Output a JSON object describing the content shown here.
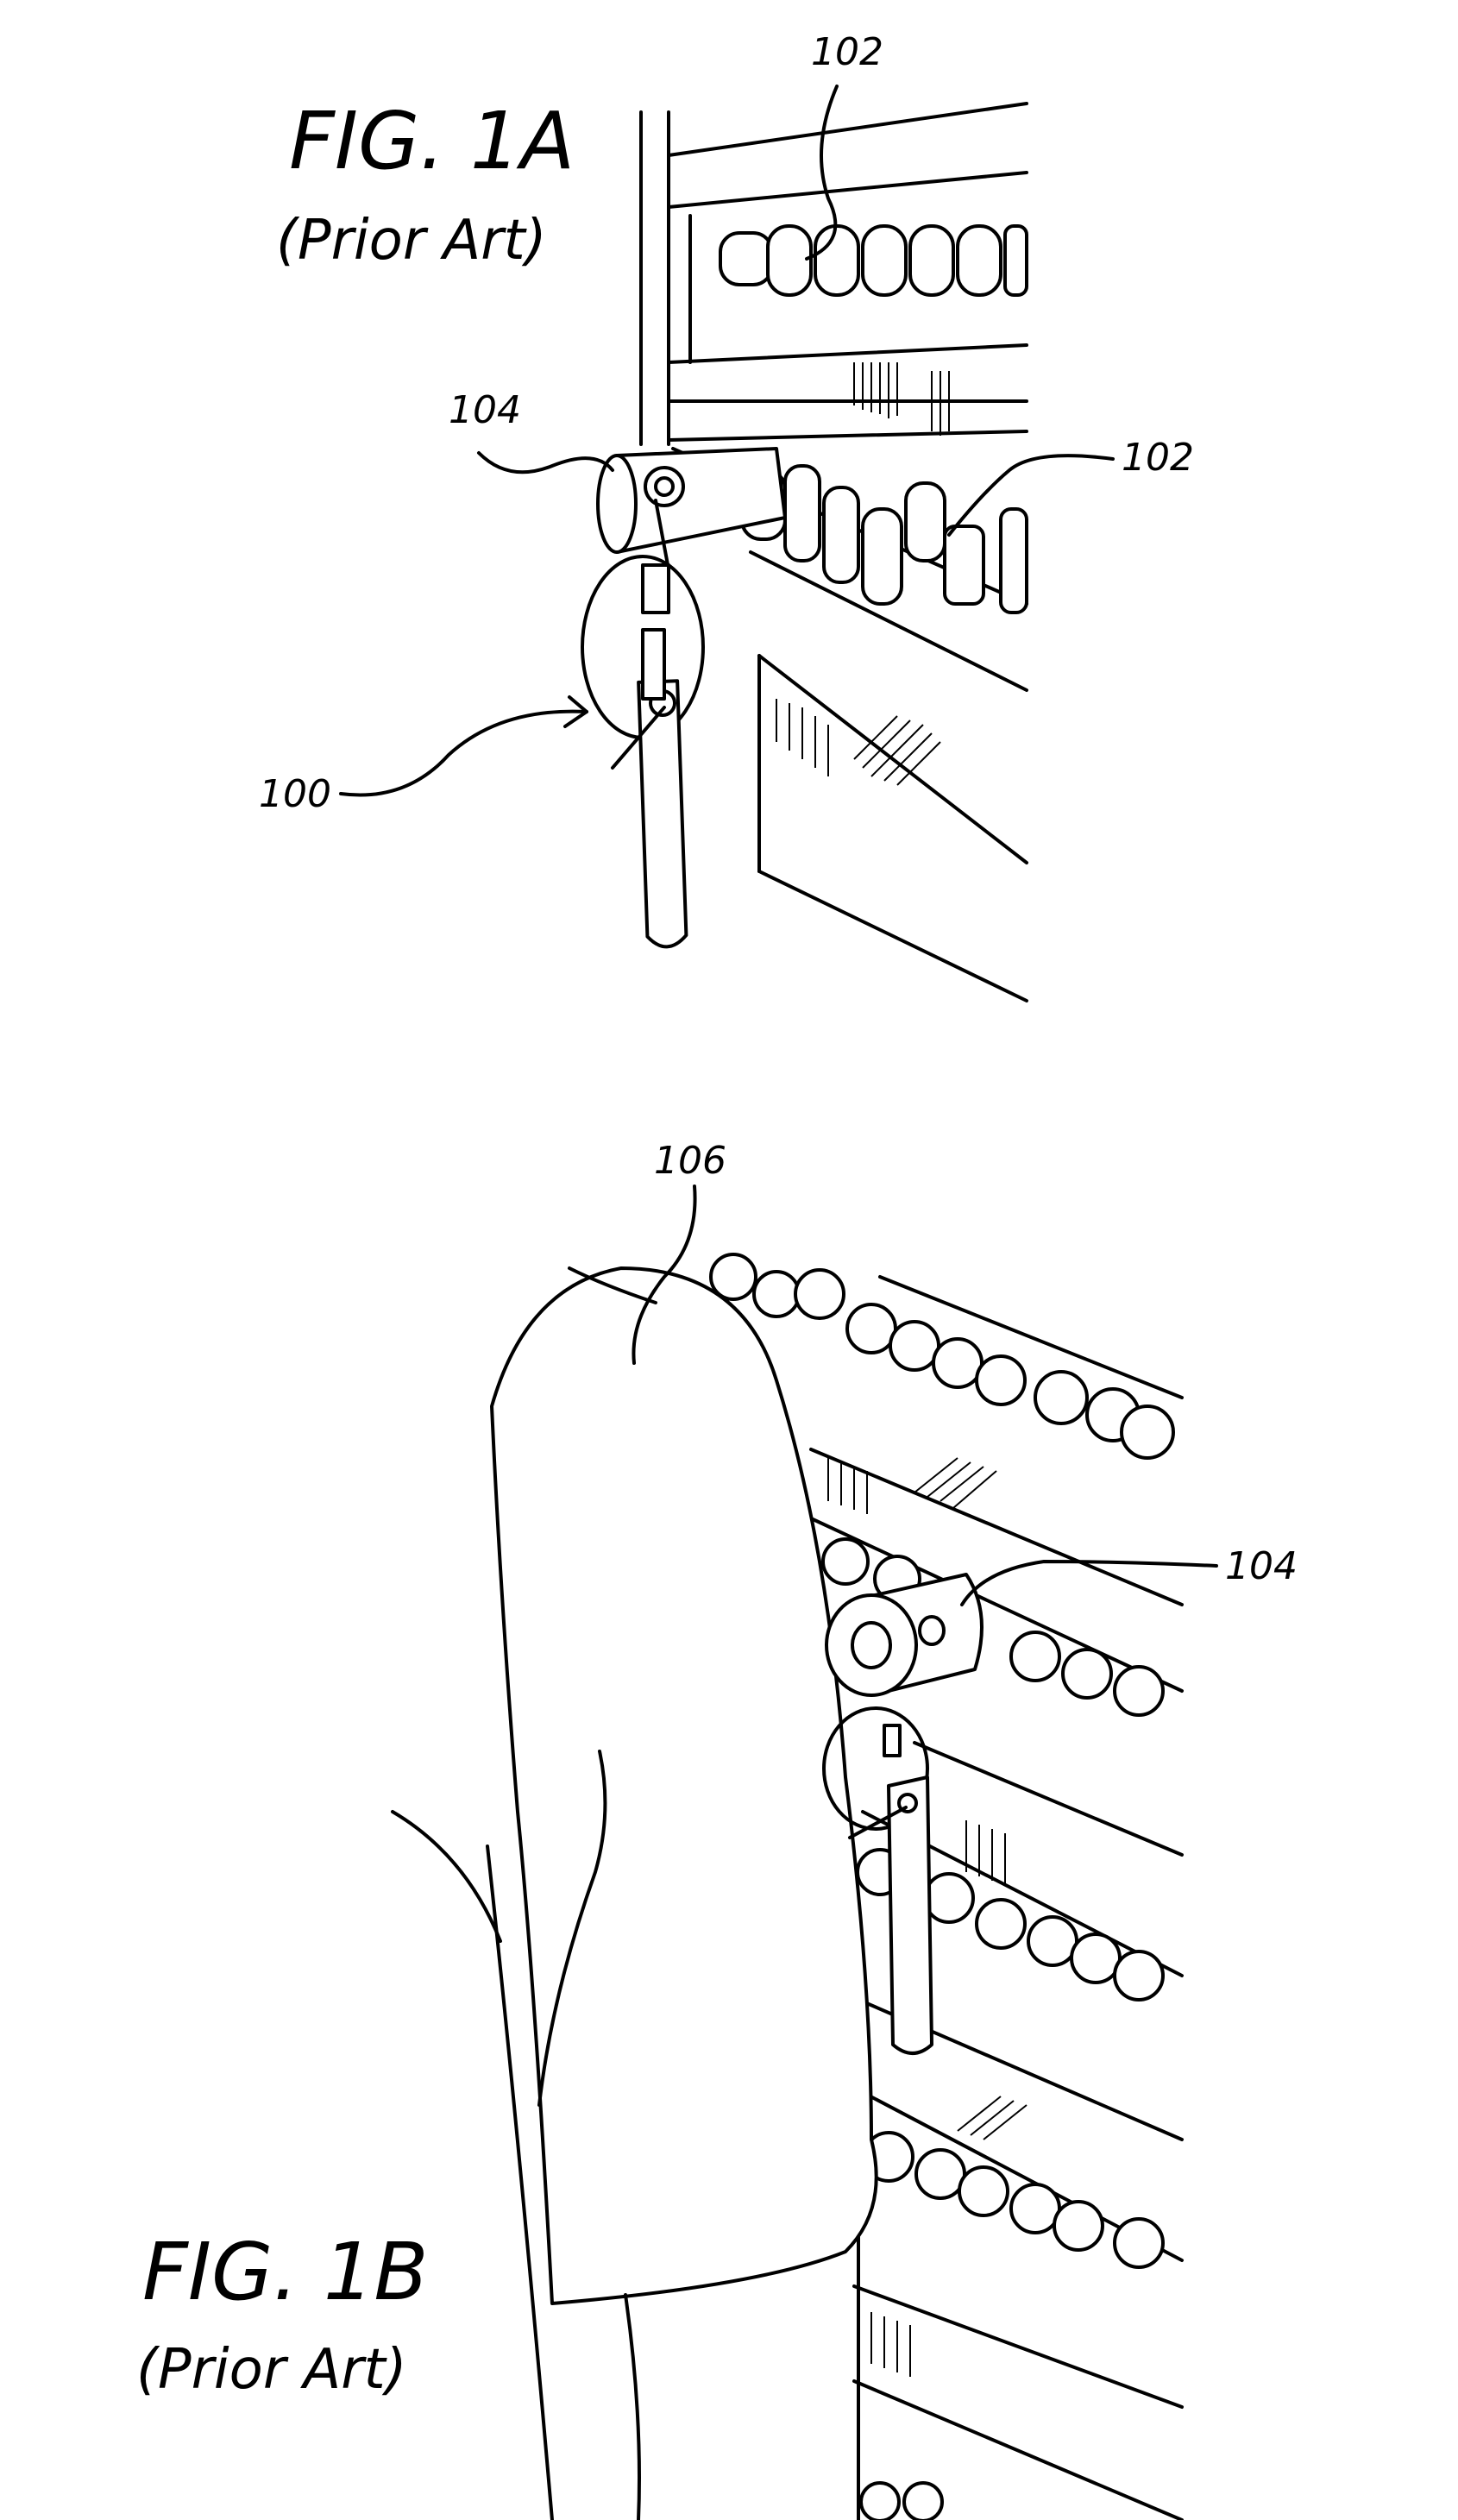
{
  "figure_a": {
    "title": "FIG. 1A",
    "subtitle": "(Prior Art)",
    "refs": {
      "hooks_top": "102",
      "hooks_right": "102",
      "key_holder": "104",
      "assembly": "100"
    }
  },
  "figure_b": {
    "title": "FIG. 1B",
    "subtitle": "(Prior Art)",
    "refs": {
      "person": "106",
      "key_holder": "104"
    }
  }
}
